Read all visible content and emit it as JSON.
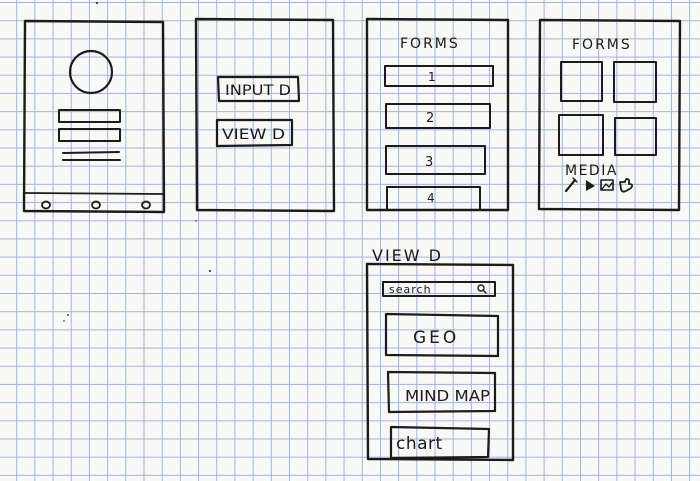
{
  "screen2": {
    "buttons": [
      "INPUT D",
      "VIEW D"
    ]
  },
  "screen3": {
    "title": "FORMS",
    "items": [
      "1",
      "2",
      "3",
      "4"
    ]
  },
  "screen4": {
    "title": "FORMS",
    "media_label": "MEDIA",
    "media_icons": [
      "pencil-icon",
      "play-icon",
      "image-icon",
      "puzzle-icon"
    ]
  },
  "screen5": {
    "heading": "VIEW D",
    "search_placeholder": "search",
    "search_icon": "search-icon",
    "buttons": [
      "GEO",
      "MIND MAP",
      "chart"
    ]
  }
}
